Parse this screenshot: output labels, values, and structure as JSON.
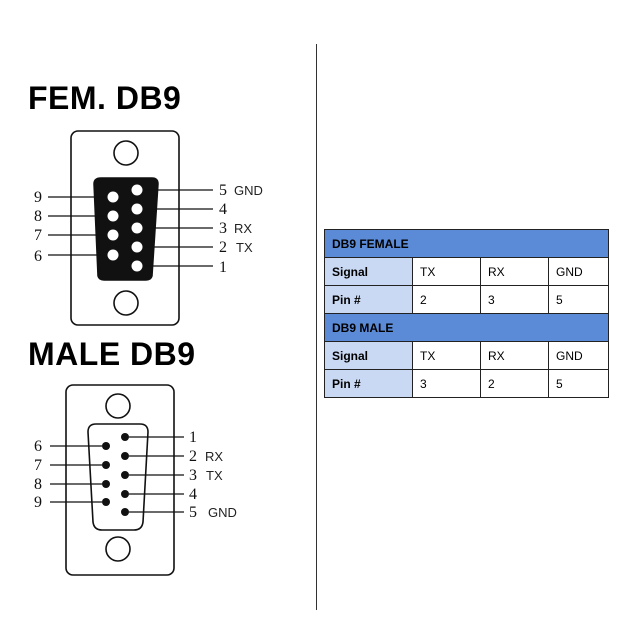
{
  "female": {
    "title": "FEM.  DB9",
    "pins_left": [
      "9",
      "8",
      "7",
      "6"
    ],
    "pins_right": [
      "5",
      "4",
      "3",
      "2",
      "1"
    ],
    "signals": {
      "gnd": "GND",
      "rx": "RX",
      "tx": "TX"
    }
  },
  "male": {
    "title": "MALE  DB9",
    "pins_left": [
      "6",
      "7",
      "8",
      "9"
    ],
    "pins_right": [
      "1",
      "2",
      "3",
      "4",
      "5"
    ],
    "signals": {
      "rx": "RX",
      "tx": "TX",
      "gnd": "GND"
    }
  },
  "table": {
    "female_header": "DB9 FEMALE",
    "male_header": "DB9 MALE",
    "row_signal_label": "Signal",
    "row_pin_label": "Pin #",
    "female_signals": [
      "TX",
      "RX",
      "GND"
    ],
    "female_pins": [
      "2",
      "3",
      "5"
    ],
    "male_signals": [
      "TX",
      "RX",
      "GND"
    ],
    "male_pins": [
      "3",
      "2",
      "5"
    ]
  },
  "colors": {
    "header_bg": "#5b8ad6",
    "label_bg": "#c9d9f3"
  }
}
